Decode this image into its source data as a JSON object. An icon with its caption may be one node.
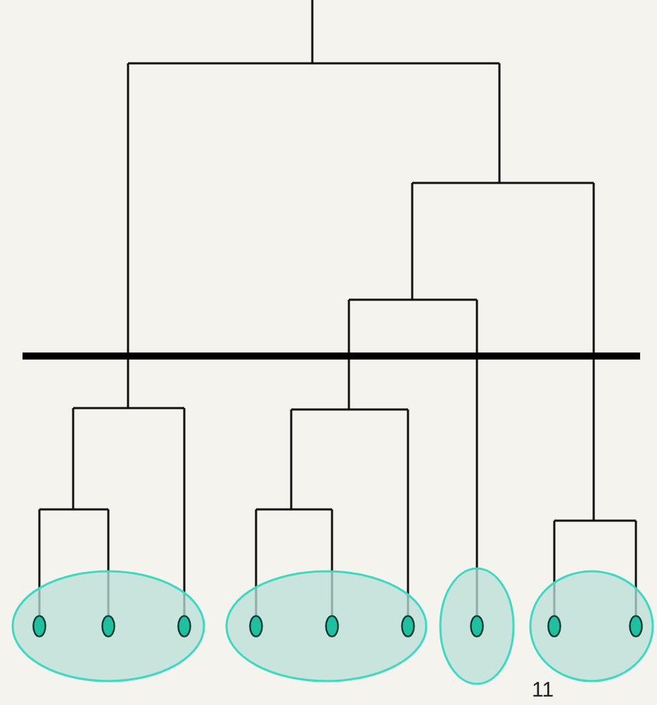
{
  "diagram": {
    "nodes": [
      {
        "text": [],
        "shape": "ellipse"
      },
      {
        "text": [],
        "shape": "dot",
        "in": 0
      },
      {
        "text": [],
        "shape": "dot",
        "in": 0
      },
      {
        "text": [],
        "shape": "dot",
        "in": 0
      },
      {
        "text": [],
        "shape": "ellipse"
      },
      {
        "text": [],
        "shape": "dot",
        "in": 4
      },
      {
        "text": [],
        "shape": "dot",
        "in": 4
      },
      {
        "text": [],
        "shape": "dot",
        "in": 4
      },
      {
        "text": [],
        "shape": "ellipse"
      },
      {
        "text": [],
        "shape": "dot",
        "in": 8
      },
      {
        "text": [],
        "shape": "ellipse"
      },
      {
        "text": [],
        "shape": "dot",
        "in": 10
      },
      {
        "text": [],
        "shape": "dot",
        "in": 10
      }
    ],
    "labels": [
      "11"
    ]
  }
}
